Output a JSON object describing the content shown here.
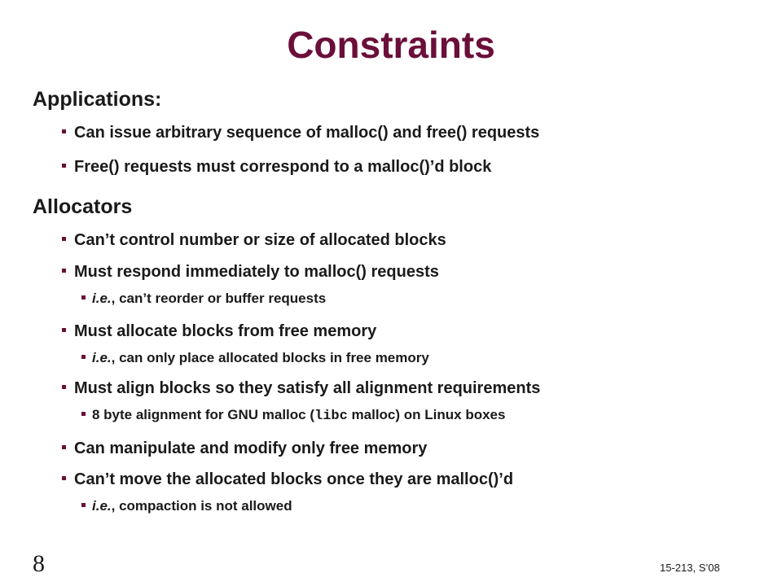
{
  "title": "Constraints",
  "sections": {
    "applications": {
      "heading": "Applications:",
      "items": [
        "Can issue arbitrary sequence of malloc() and free() requests",
        "Free() requests must correspond to a malloc()’d block"
      ]
    },
    "allocators": {
      "heading": "Allocators",
      "items": [
        {
          "text": "Can’t control number or size of allocated blocks"
        },
        {
          "text": "Must respond immediately to malloc() requests",
          "sub_em": "i.e.",
          "sub": ", can’t reorder or buffer requests"
        },
        {
          "text": "Must allocate blocks from free memory",
          "sub_em": "i.e.",
          "sub": ", can only place allocated blocks in free memory"
        },
        {
          "text": "Must align blocks so they satisfy all alignment requirements",
          "sub_pre": "8 byte alignment for GNU malloc (",
          "sub_code": "libc",
          "sub_post": " malloc) on Linux boxes"
        },
        {
          "text": "Can manipulate and modify only free memory"
        },
        {
          "text": "Can’t move the allocated blocks once they are malloc()’d",
          "sub_em": "i.e.",
          "sub": ", compaction is not allowed"
        }
      ]
    }
  },
  "footer": {
    "slide_number": "8",
    "course": "15-213, S’08"
  },
  "colors": {
    "title": "#6b0f3a",
    "bullet": "#6b0f3a",
    "text": "#1a1a1a"
  },
  "icons": {
    "bullet": "square-bullet-icon"
  }
}
